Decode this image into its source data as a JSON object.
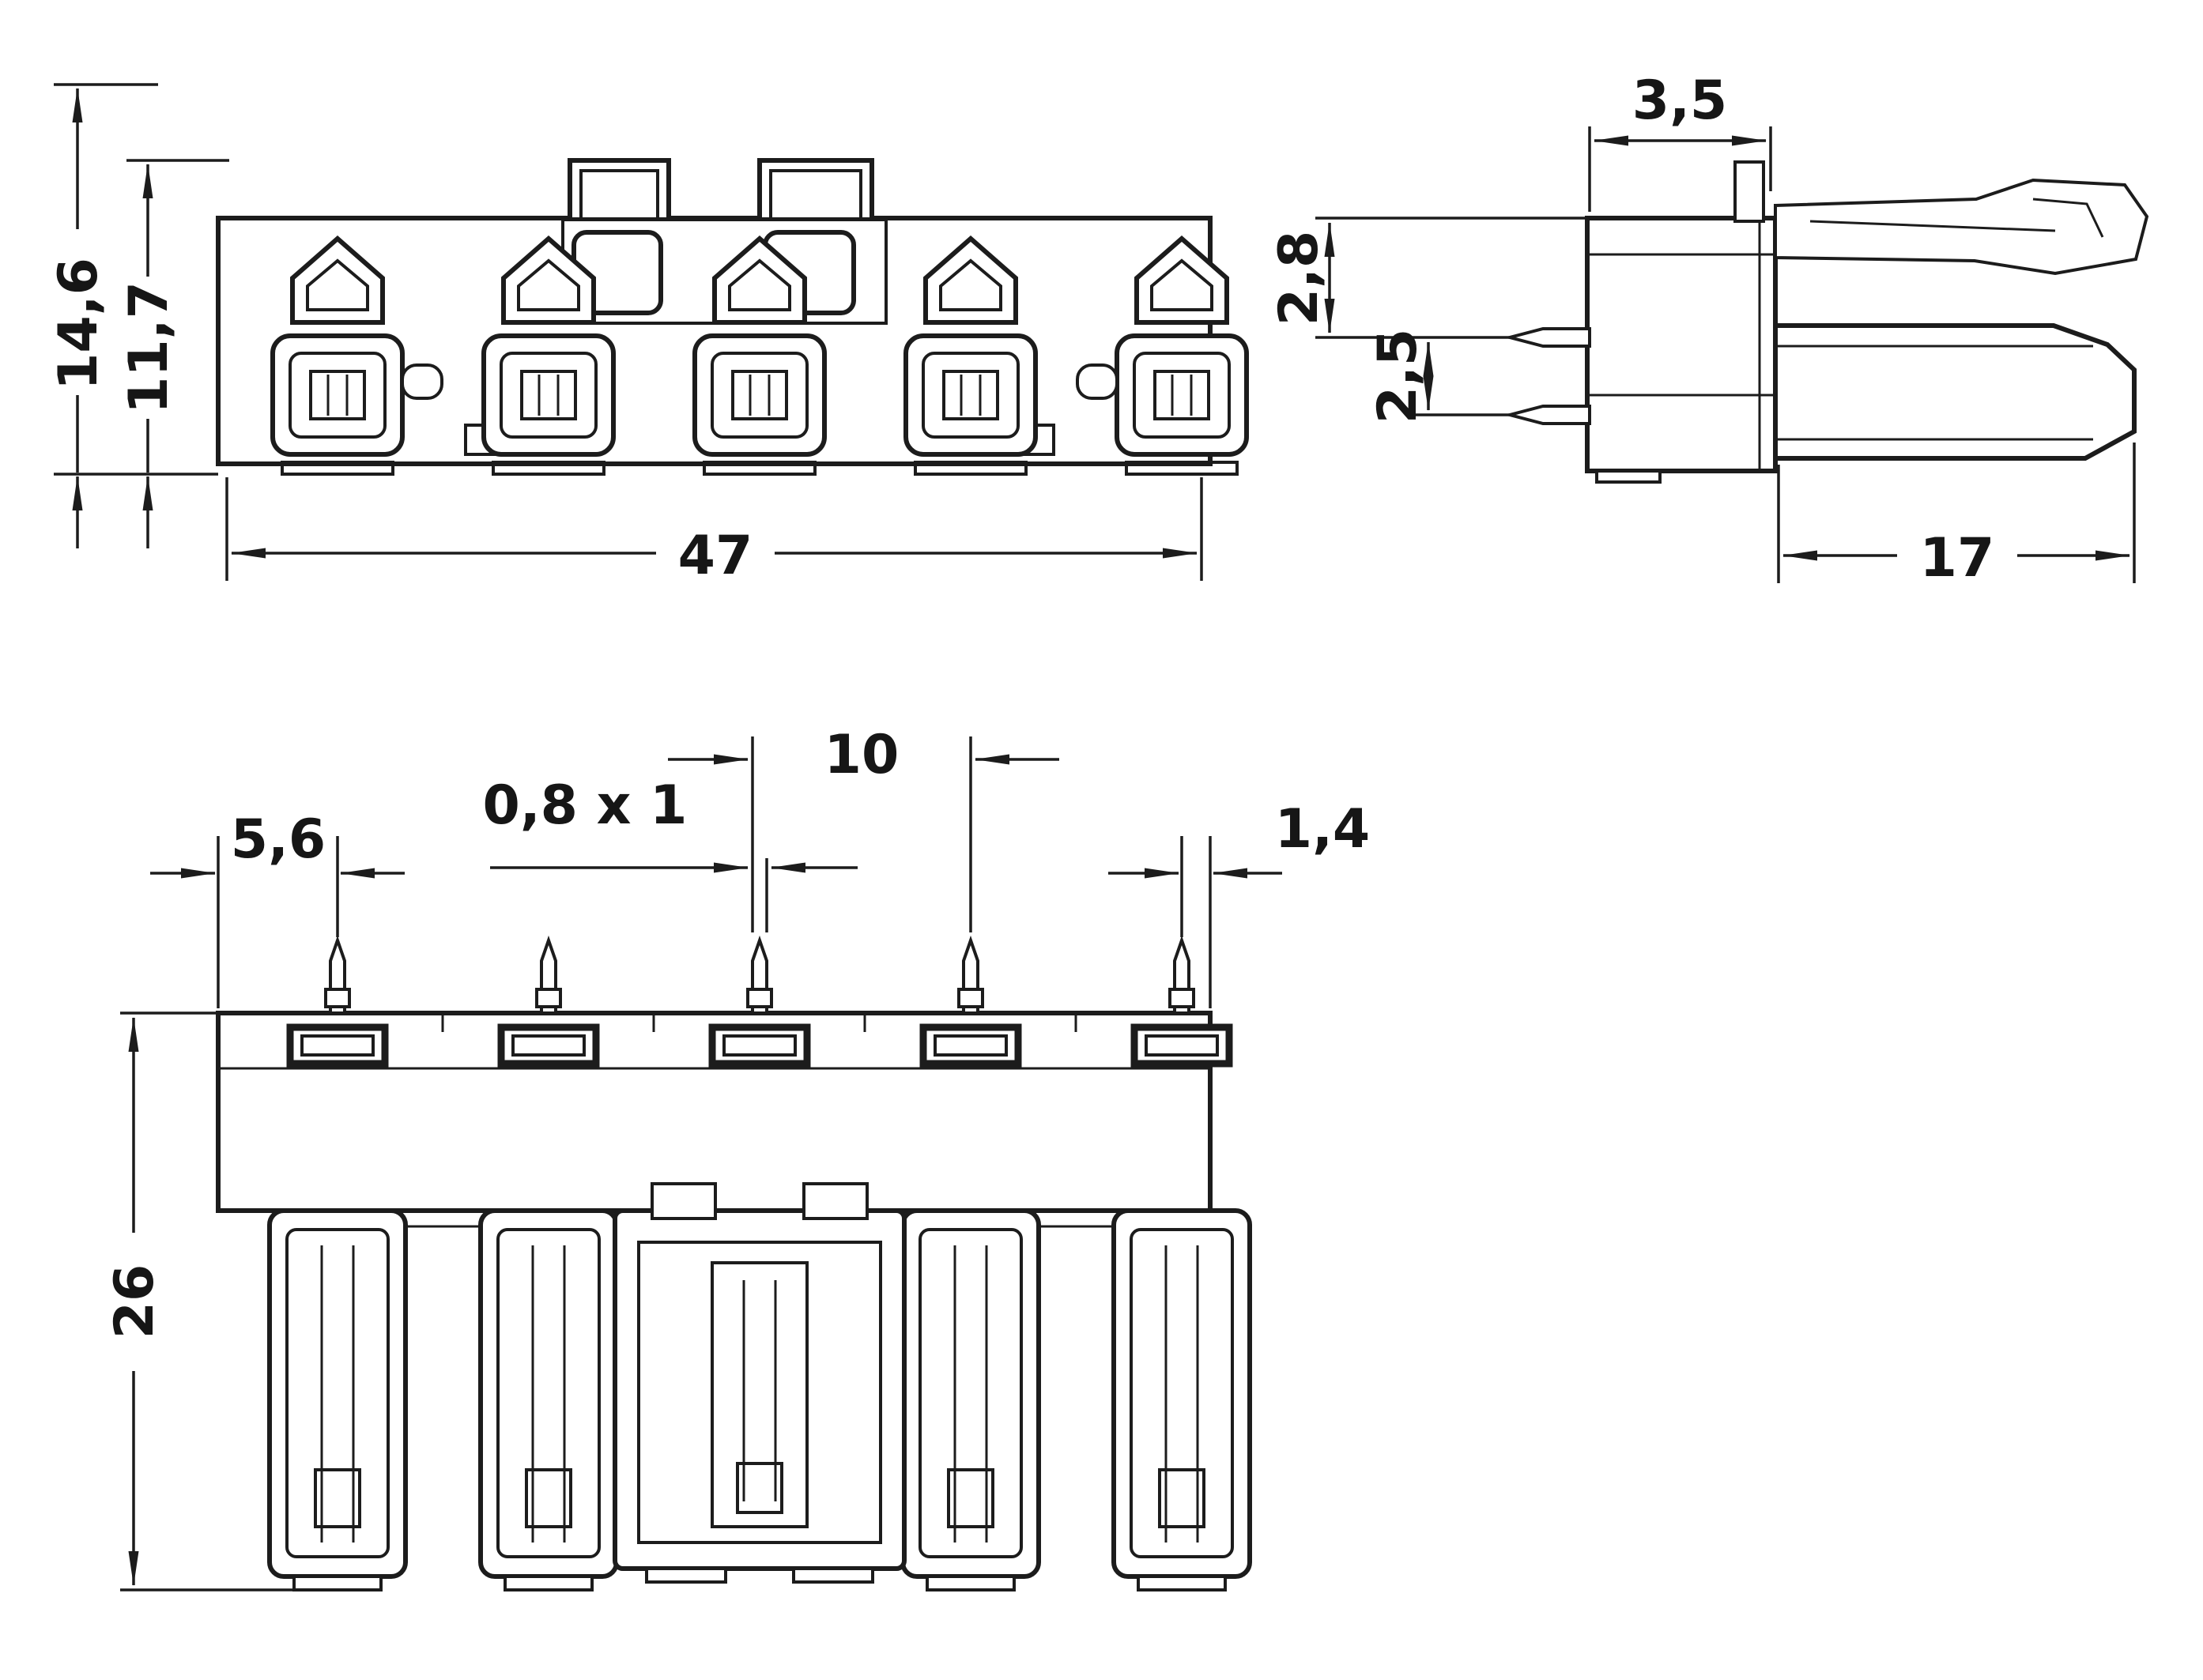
{
  "style": {
    "ink": "#1c1c1c",
    "background": "#ffffff"
  },
  "front_view": {
    "dim_total_height": "14,6",
    "dim_housing_height": "11,7",
    "dim_width": "47"
  },
  "side_view": {
    "dim_top": "3,5",
    "dim_pin_row_1": "2,8",
    "dim_pin_row_2": "2,5",
    "dim_depth": "17"
  },
  "bottom_view": {
    "dim_pin_pitch": "10",
    "dim_pin_cross_section": "0,8 x 1",
    "dim_first_pin_offset": "5,6",
    "dim_last_pin_offset": "1,4",
    "dim_overall_height": "26"
  }
}
